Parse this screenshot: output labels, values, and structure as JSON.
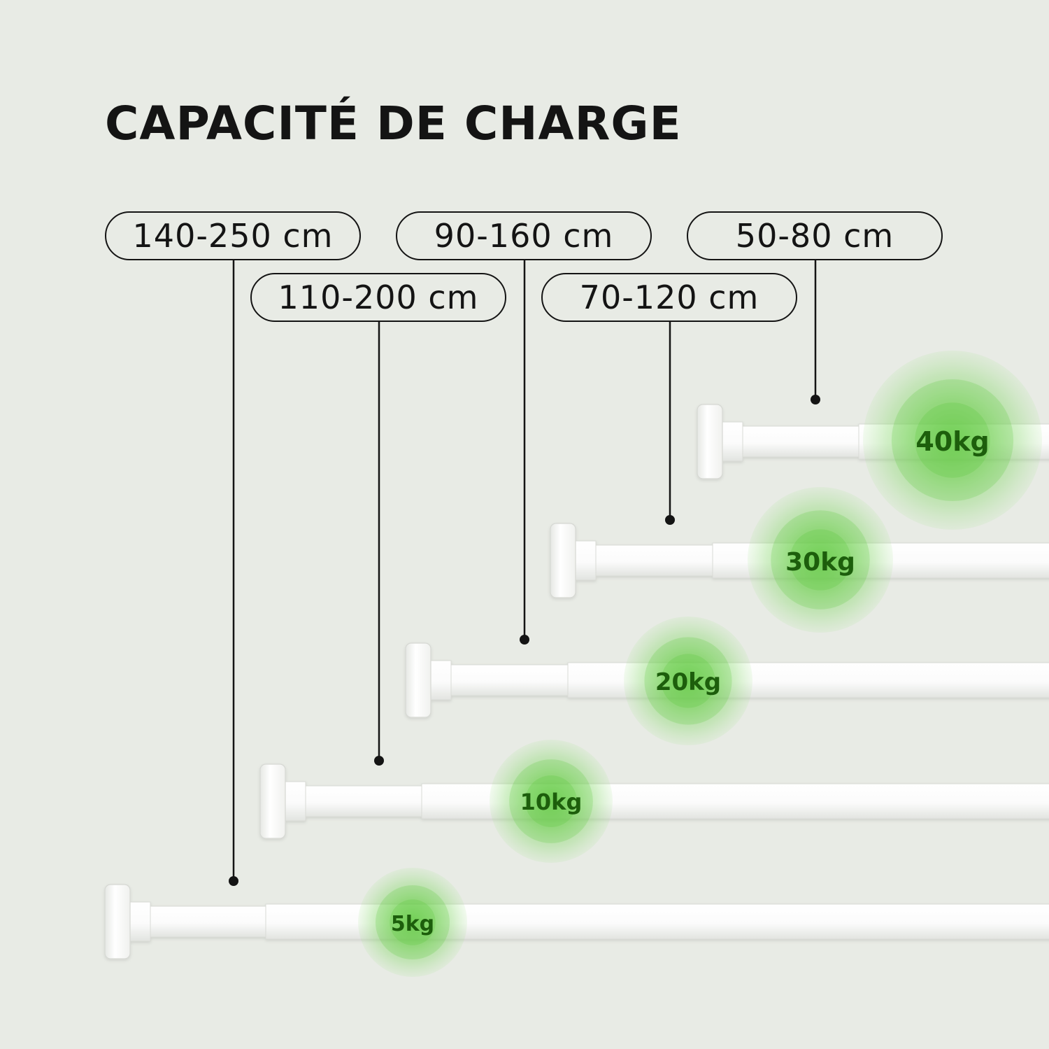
{
  "title": "CAPACITÉ DE CHARGE",
  "colors": {
    "background": "#e8ebe5",
    "ink": "#141414",
    "rod": "#ffffff",
    "glow": "#5cc83a",
    "load_text": "#1d5e0c"
  },
  "icons": [
    "tension-rod-icon",
    "load-glow-icon"
  ],
  "rods": [
    {
      "range": "140-250 cm",
      "load": "5kg"
    },
    {
      "range": "110-200 cm",
      "load": "10kg"
    },
    {
      "range": "90-160 cm",
      "load": "20kg"
    },
    {
      "range": "70-120 cm",
      "load": "30kg"
    },
    {
      "range": "50-80 cm",
      "load": "40kg"
    }
  ]
}
